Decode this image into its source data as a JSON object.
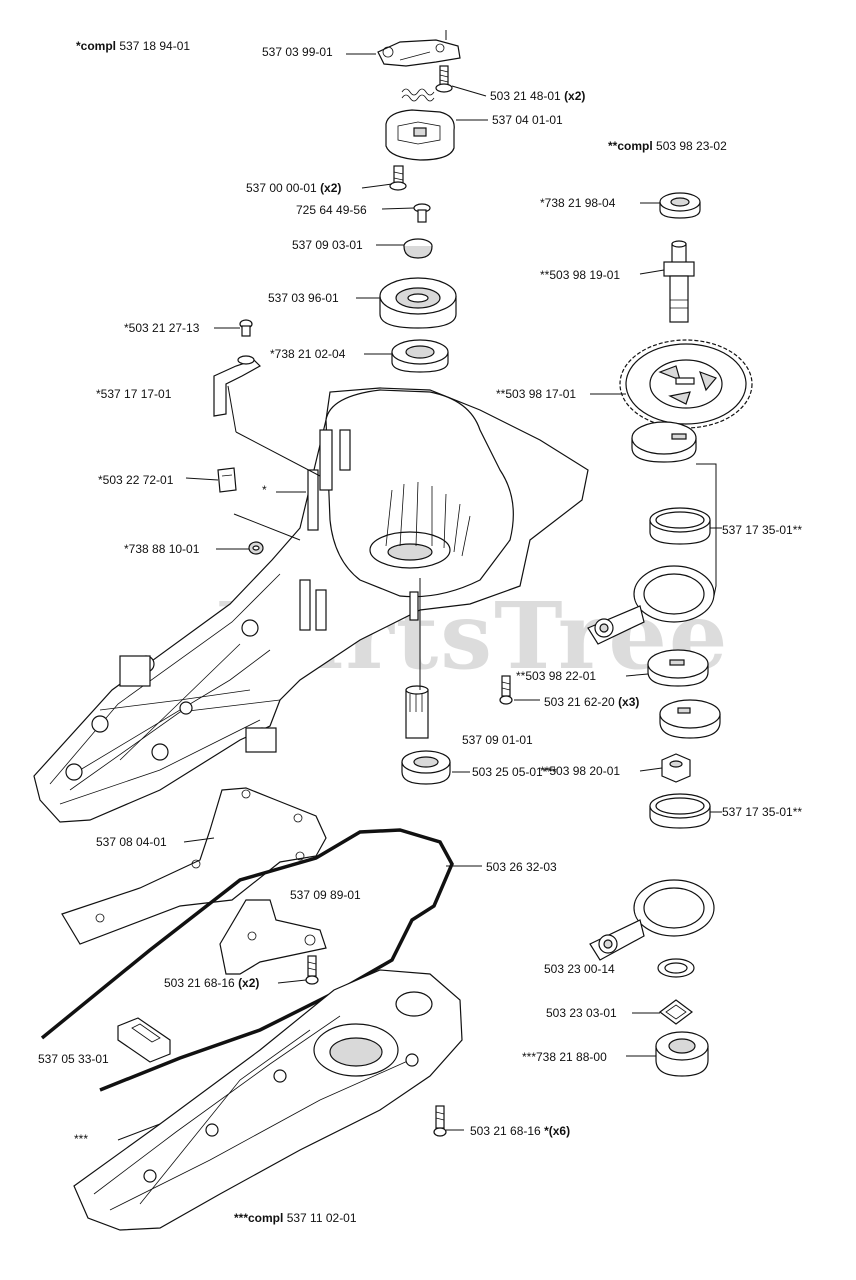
{
  "watermark": "PartsTree",
  "labels": [
    {
      "id": "compl-537-18-94-01",
      "text": "*compl 537 18 94-01",
      "bold_prefix": "*compl"
    },
    {
      "id": "p-537-03-99-01",
      "text": "537 03 99-01"
    },
    {
      "id": "p-503-21-48-01",
      "text": "503 21 48-01 (x2)",
      "bold_suffix": "(x2)"
    },
    {
      "id": "p-537-04-01-01",
      "text": "537 04 01-01"
    },
    {
      "id": "compl-503-98-23-02",
      "text": "**compl 503 98 23-02",
      "bold_prefix": "**compl"
    },
    {
      "id": "p-537-00-00-01",
      "text": "537 00 00-01 (x2)",
      "bold_suffix": "(x2)"
    },
    {
      "id": "p-725-64-49-56",
      "text": "725 64 49-56"
    },
    {
      "id": "p-738-21-98-04",
      "text": "*738 21 98-04"
    },
    {
      "id": "p-537-09-03-01",
      "text": "537 09 03-01"
    },
    {
      "id": "p-503-98-19-01",
      "text": "**503 98 19-01"
    },
    {
      "id": "p-537-03-96-01",
      "text": "537 03 96-01"
    },
    {
      "id": "p-503-21-27-13",
      "text": "*503 21 27-13"
    },
    {
      "id": "p-738-21-02-04",
      "text": "*738 21 02-04"
    },
    {
      "id": "p-537-17-17-01",
      "text": "*537 17 17-01"
    },
    {
      "id": "p-503-98-17-01",
      "text": "**503 98 17-01"
    },
    {
      "id": "p-503-22-72-01",
      "text": "*503 22 72-01"
    },
    {
      "id": "p-star",
      "text": "*"
    },
    {
      "id": "p-537-17-35-01-a",
      "text": "537 17 35-01**"
    },
    {
      "id": "p-738-88-10-01",
      "text": "*738 88 10-01"
    },
    {
      "id": "p-503-98-22-01",
      "text": "**503 98 22-01"
    },
    {
      "id": "p-503-21-62-20",
      "text": "503 21 62-20 (x3)",
      "bold_suffix": "(x3)"
    },
    {
      "id": "p-537-09-01-01",
      "text": "537 09 01-01"
    },
    {
      "id": "p-503-98-20-01",
      "text": "**503 98 20-01"
    },
    {
      "id": "p-503-25-05-01",
      "text": "503 25 05-01***"
    },
    {
      "id": "p-537-17-35-01-b",
      "text": "537 17 35-01**"
    },
    {
      "id": "p-537-08-04-01",
      "text": "537 08 04-01"
    },
    {
      "id": "p-503-26-32-03",
      "text": "503 26 32-03"
    },
    {
      "id": "p-537-09-89-01",
      "text": "537 09 89-01"
    },
    {
      "id": "p-503-23-00-14",
      "text": "503 23 00-14"
    },
    {
      "id": "p-503-21-68-16-a",
      "text": "503 21 68-16 (x2)",
      "bold_suffix": "(x2)"
    },
    {
      "id": "p-503-23-03-01",
      "text": "503 23 03-01"
    },
    {
      "id": "p-537-05-33-01",
      "text": "537 05 33-01"
    },
    {
      "id": "p-738-21-88-00",
      "text": "***738 21 88-00"
    },
    {
      "id": "p-triple-star",
      "text": "***"
    },
    {
      "id": "p-503-21-68-16-b",
      "text": "503 21 68-16 *(x6)",
      "bold_suffix": "*(x6)"
    },
    {
      "id": "compl-537-11-02-01",
      "text": "***compl 537 11 02-01",
      "bold_prefix": "***compl"
    }
  ]
}
